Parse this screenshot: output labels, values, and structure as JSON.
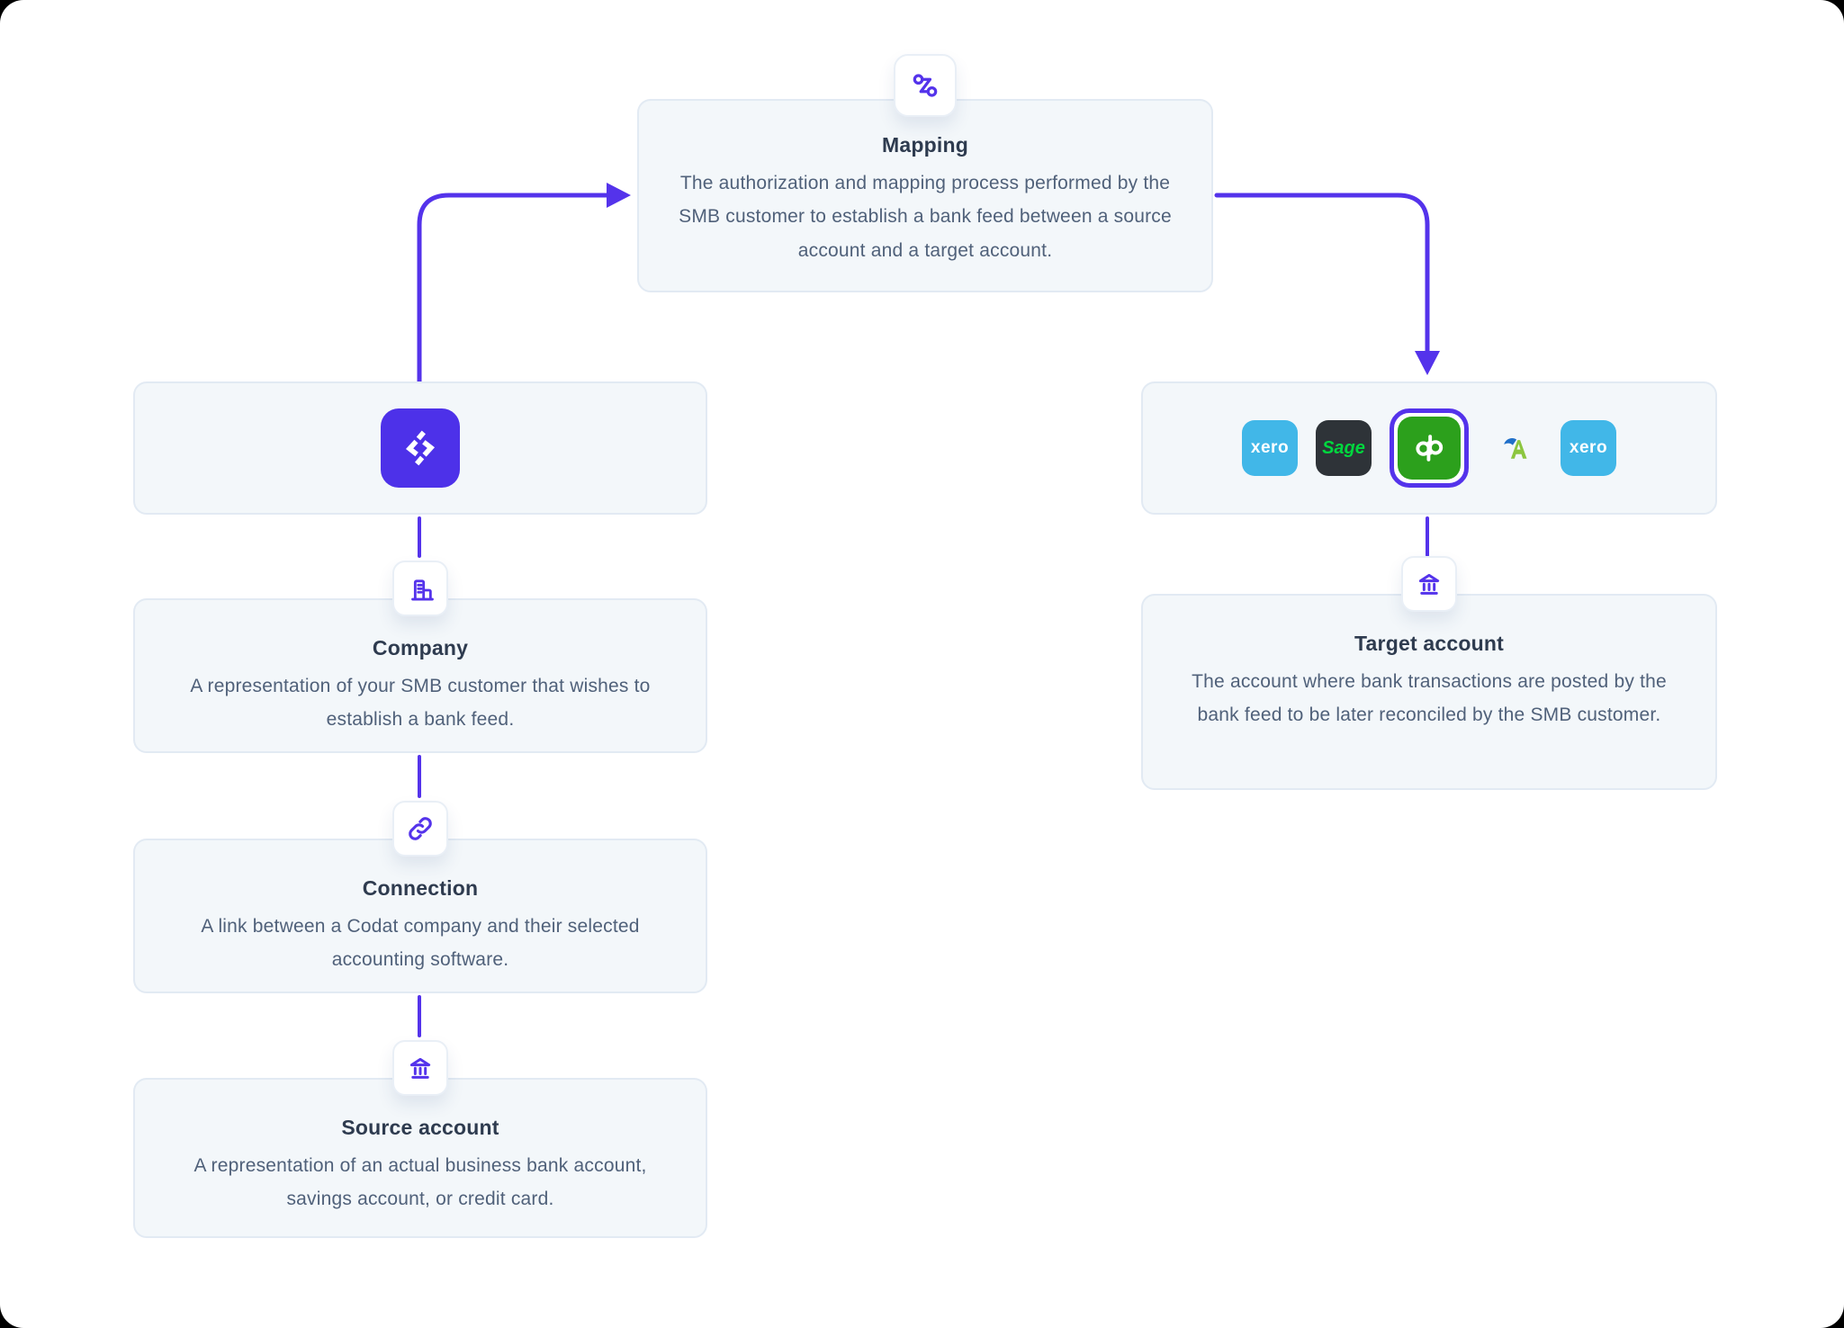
{
  "page": {
    "type": "concept-diagram",
    "background": "#000000",
    "canvas_background": "#ffffff"
  },
  "colors": {
    "accent_purple": "#5433eb",
    "codat_logo_purple": "#4d31e9",
    "card_background": "#f3f7fa",
    "card_border": "#e2eaf3",
    "title_text": "#2e3b4f",
    "body_text": "#50617a",
    "xero_blue": "#41b7e8",
    "sage_dark": "#2e3338",
    "sage_green": "#00d73e",
    "quickbooks_green": "#2ca01c",
    "freeagent_blue": "#1f6fc9",
    "freeagent_green": "#8cc63f"
  },
  "nodes": {
    "mapping": {
      "title": "Mapping",
      "description": "The authorization and mapping process performed by the SMB customer to establish a bank feed between a source account and a target account.",
      "icon": "route-icon"
    },
    "codat": {
      "icon": "codat-logo"
    },
    "platforms": {
      "icon_row": "accounting-software-logos",
      "logos": [
        {
          "name": "xero",
          "label": "xero",
          "selected": false
        },
        {
          "name": "sage",
          "label": "Sage",
          "selected": false
        },
        {
          "name": "quickbooks",
          "label": "qb",
          "selected": true
        },
        {
          "name": "freeagent",
          "label": "A",
          "selected": false
        },
        {
          "name": "xero",
          "label": "xero",
          "selected": false
        }
      ]
    },
    "company": {
      "title": "Company",
      "description": "A representation of your SMB customer that wishes to establish a bank feed.",
      "icon": "building-icon"
    },
    "connection": {
      "title": "Connection",
      "description": "A link between a Codat company and their selected accounting software.",
      "icon": "link-icon"
    },
    "source_account": {
      "title": "Source account",
      "description": "A representation of an actual business bank account, savings account, or credit card.",
      "icon": "bank-icon"
    },
    "target_account": {
      "title": "Target account",
      "description": "The account where bank transactions are posted by the bank feed to be later reconciled by the SMB customer.",
      "icon": "bank-icon"
    }
  }
}
